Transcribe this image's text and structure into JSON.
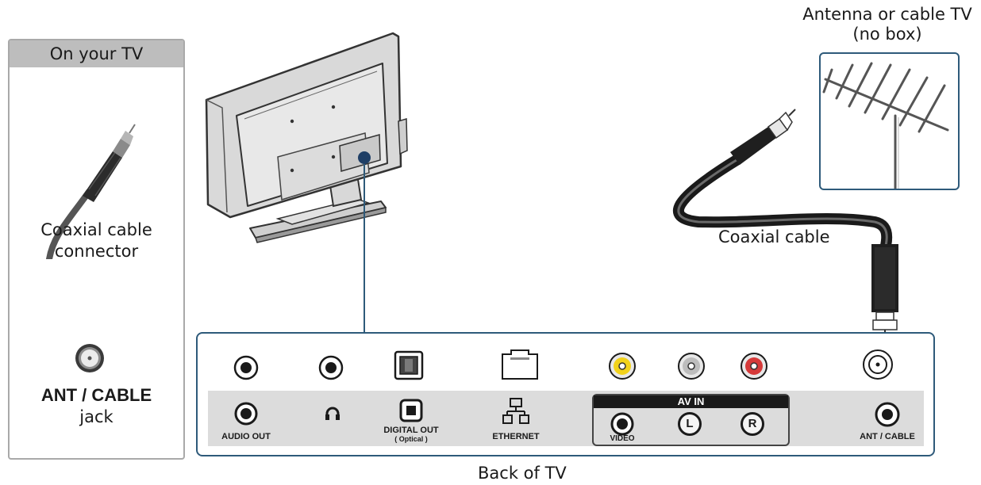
{
  "left_panel": {
    "header": "On your TV",
    "connector_caption_line1": "Coaxial cable",
    "connector_caption_line2": "connector",
    "jack_caption_bold": "ANT / CABLE",
    "jack_caption_line2": "jack"
  },
  "antenna": {
    "title_line1": "Antenna or cable TV",
    "title_line2": "(no box)"
  },
  "cable_caption": "Coaxial cable",
  "back_caption": "Back of TV",
  "back_panel": {
    "labels": {
      "audio_out": "AUDIO OUT",
      "digital_out": "DIGITAL OUT",
      "digital_out_sub": "( Optical )",
      "ethernet": "ETHERNET",
      "av_in": "AV IN",
      "video": "VIDEO",
      "left": "L",
      "right": "R",
      "ant_cable": "ANT / CABLE"
    }
  },
  "colors": {
    "accent_blue": "#2e5a7a",
    "rca_yellow": "#f2d21b",
    "rca_white": "#d8d8d8",
    "rca_red": "#d63a3a",
    "panel_gray": "#bdbdbd"
  }
}
